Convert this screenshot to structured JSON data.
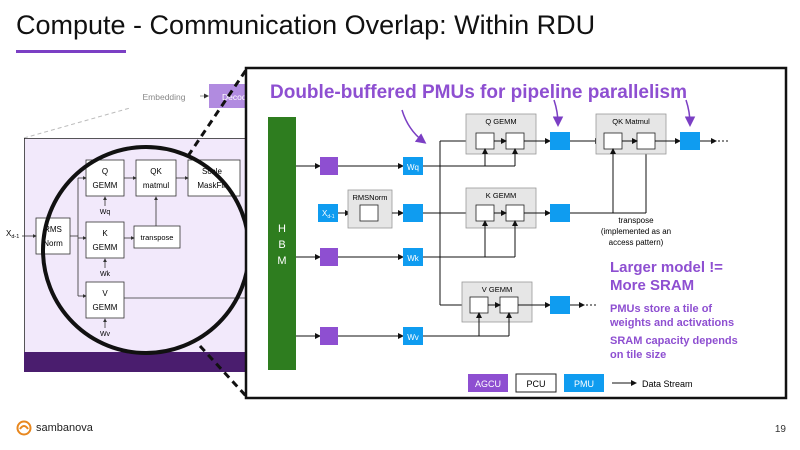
{
  "title": "Compute - Communication Overlap: Within RDU",
  "page_number": "19",
  "logo": {
    "text": "sambanova"
  },
  "colors": {
    "accent": "#7b3fc4",
    "agcu": "#8e4fd1",
    "pmu": "#0f9cf0",
    "hbm": "#2e7d1f",
    "panel": "#f2e9fb",
    "dark_band": "#4a1d6e"
  },
  "pipeline": {
    "embedding": "Embedding",
    "decoder": "Decod"
  },
  "left_diagram": {
    "x_input": "X",
    "x_input_sub": "d-1",
    "rms_line1": "RMS",
    "rms_line2": "Norm",
    "q_line1": "Q",
    "q_line2": "GEMM",
    "k_line1": "K",
    "k_line2": "GEMM",
    "v_line1": "V",
    "v_line2": "GEMM",
    "qk_line1": "QK",
    "qk_line2": "matmul",
    "transpose": "transpose",
    "scale_line1": "Scale",
    "scale_line2": "MaskFill",
    "wq": "Wq",
    "wk": "Wk",
    "wv": "Wv"
  },
  "right_diagram": {
    "headline": "Double-buffered PMUs for pipeline parallelism",
    "hbm_letters": [
      "H",
      "B",
      "M"
    ],
    "wq": "Wq",
    "wk": "Wk",
    "wv": "Wv",
    "x_input": "X",
    "x_input_sub": "d-1",
    "rmsnorm": "RMSNorm",
    "q_gemm": "Q GEMM",
    "k_gemm": "K GEMM",
    "v_gemm": "V GEMM",
    "qk_matmul": "QK Matmul",
    "transpose_title": "transpose",
    "transpose_note1": "(implemented as an",
    "transpose_note2": "access pattern)",
    "callout_heading1": "Larger model !=",
    "callout_heading2": "More SRAM",
    "callout_text1_line1": "PMUs store a tile of",
    "callout_text1_line2": "weights and activations",
    "callout_text2_line1": "SRAM capacity depends",
    "callout_text2_line2": "on tile size",
    "legend": {
      "agcu": "AGCU",
      "pcu": "PCU",
      "pmu": "PMU",
      "stream": "Data Stream"
    }
  }
}
